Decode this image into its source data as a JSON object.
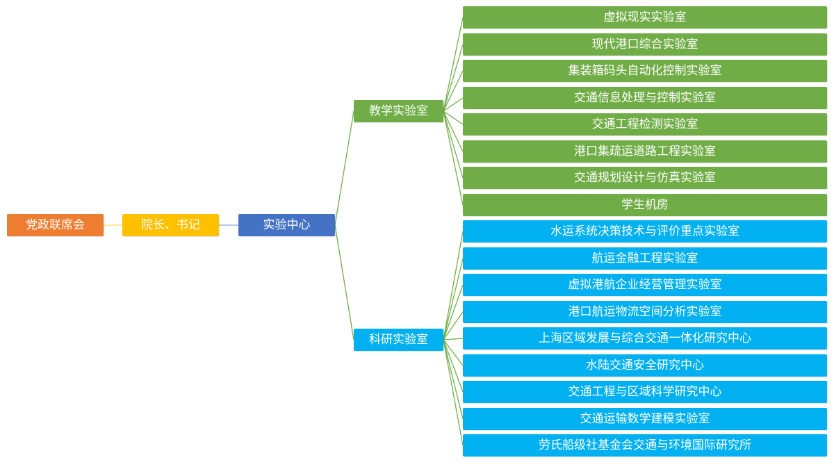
{
  "org_chart": {
    "root": "党政联席会",
    "dean": "院长、书记",
    "center": "实验中心",
    "branches": [
      {
        "label": "教学实验室",
        "color": "#70AD47",
        "items": [
          "虚拟现实实验室",
          "现代港口综合实验室",
          "集装箱码头自动化控制实验室",
          "交通信息处理与控制实验室",
          "交通工程检测实验室",
          "港口集疏运道路工程实验室",
          "交通规划设计与仿真实验室",
          "学生机房"
        ]
      },
      {
        "label": "科研实验室",
        "color": "#00B0F0",
        "items": [
          "水运系统决策技术与评价重点实验室",
          "航运金融工程实验室",
          "虚拟港航企业经营管理实验室",
          "港口航运物流空间分析实验室",
          "上海区域发展与综合交通一体化研究中心",
          "水陆交通安全研究中心",
          "交通工程与区域科学研究中心",
          "交通运输数学建模实验室",
          "劳氏船级社基金会交通与环境国际研究所"
        ]
      }
    ],
    "colors": {
      "root": "#ED7D31",
      "dean": "#FFC000",
      "center": "#4472C4",
      "link_yellow": "#FFD966",
      "link_blue": "#8EA9DB",
      "link_green": "#70AD47"
    }
  }
}
